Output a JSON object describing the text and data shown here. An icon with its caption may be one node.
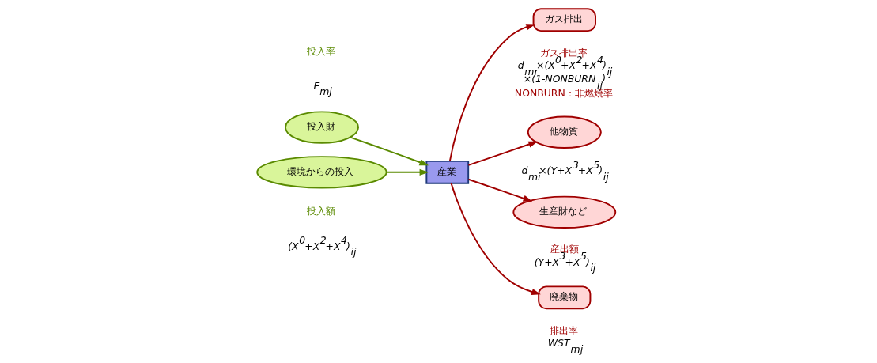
{
  "diagram": {
    "nodes": [
      {
        "text": [
          "投入財"
        ]
      },
      {
        "text": [
          "環境からの投入"
        ]
      },
      {
        "text": [
          "産業"
        ]
      },
      {
        "text": [
          "ガス排出"
        ],
        "beside": [
          "ガス排出率",
          "d$_{mr}$×(X$^{0}$+X$^{2}$+X$^{4}$)$_{ij}$",
          "×(1-NONBURN$_{ij}$)",
          "NONBURN：非燃焼率"
        ]
      },
      {
        "text": [
          "他物質"
        ],
        "beside": [
          "d$_{mi}$×(Y+X$^{3}$+X$^{5}$)$_{ij}$"
        ]
      },
      {
        "text": [
          "生産財など"
        ],
        "beside": [
          "産出額",
          "(Y+X$^{3}$+X$^{5}$)$_{ij}$"
        ]
      },
      {
        "text": [
          "廃棄物"
        ],
        "beside": [
          "排出率",
          "WST$_{mj}$"
        ]
      }
    ],
    "edges": [
      {
        "from": 0,
        "to": 2,
        "arrow": "to",
        "color": "#5a8a00"
      },
      {
        "from": 1,
        "to": 2,
        "arrow": "to",
        "color": "#5a8a00"
      },
      {
        "from": 2,
        "to": 3,
        "arrow": "to"
      },
      {
        "from": 2,
        "to": 4,
        "arrow": "to"
      },
      {
        "from": 2,
        "to": 5,
        "arrow": "to"
      },
      {
        "from": 2,
        "to": 6,
        "arrow": "to"
      }
    ],
    "labels": [
      "投入額",
      "(X$^{0}$+X$^{2}$+X$^{4}$)$_{ij}$",
      "投入率",
      "E$_{mj}$"
    ]
  }
}
